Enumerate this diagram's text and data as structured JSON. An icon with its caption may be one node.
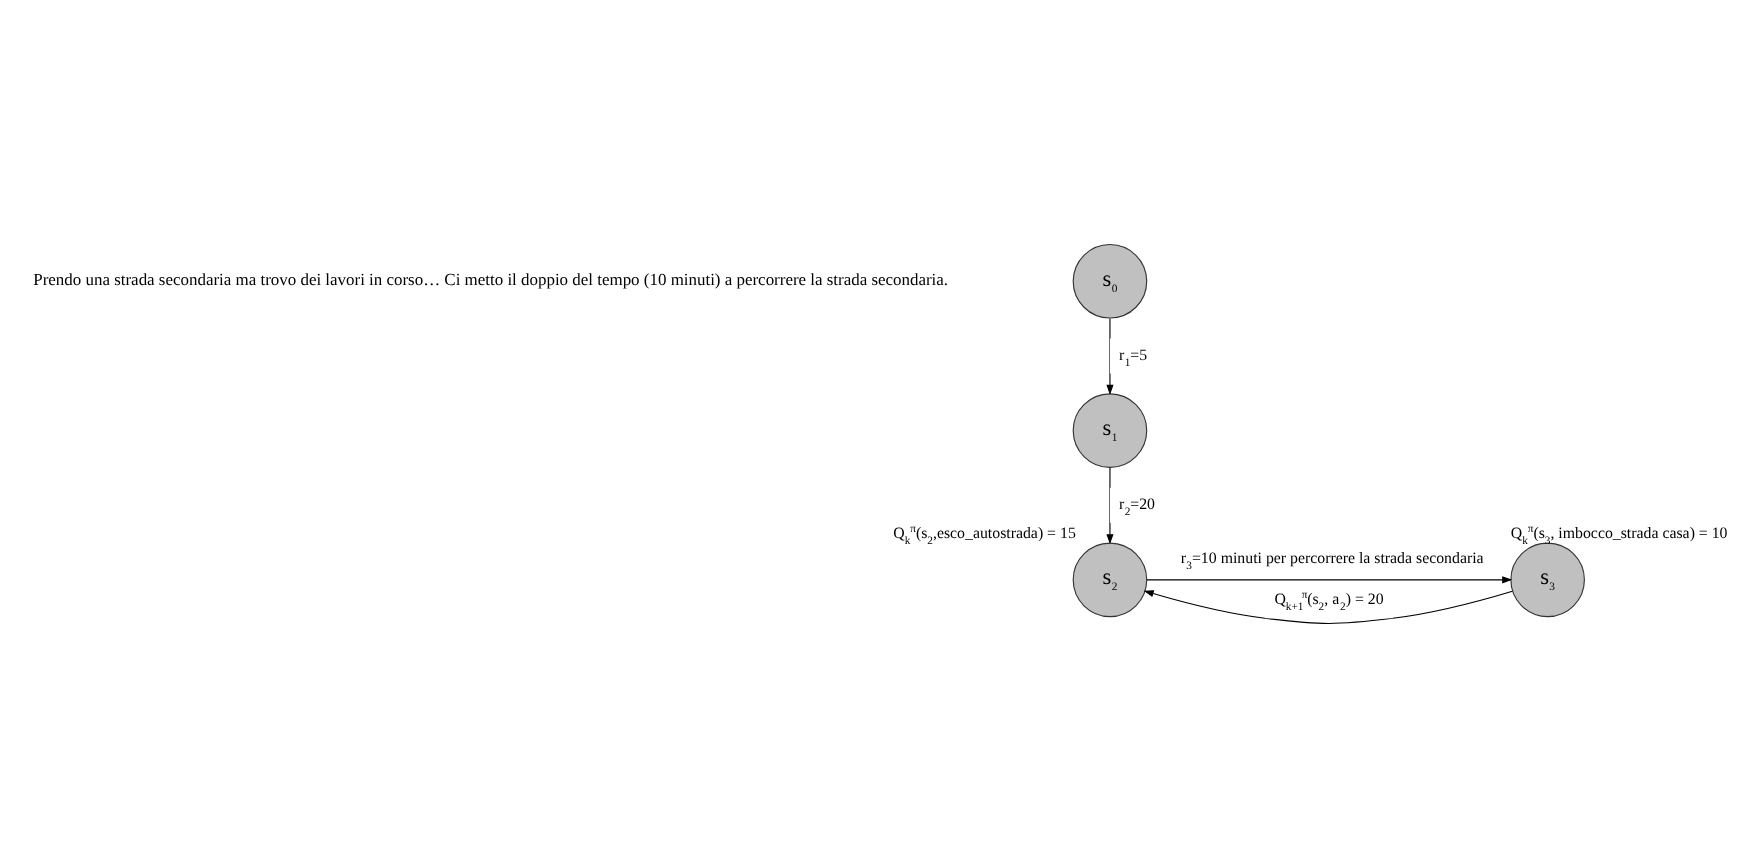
{
  "diagram": {
    "nodes": [
      {
        "text": [
          "s$_{0}$"
        ]
      },
      {
        "text": [
          "s$_{1}$"
        ]
      },
      {
        "text": [
          "s$_{2}$"
        ],
        "beside": [
          "Q$_{k}$$^{π}$(s$_{2}$,esco_autostrada) = 15"
        ]
      },
      {
        "text": [
          "s$_{3}$"
        ],
        "beside": [
          "Q$_{k}$$^{π}$(s$_{3}$, imbocco_strada casa) = 10"
        ]
      }
    ],
    "edges": [
      {
        "from": 0,
        "to": 1,
        "arrow": "to",
        "label": "r$_{1}$=5"
      },
      {
        "from": 1,
        "to": 2,
        "arrow": "to",
        "label": "r$_{2}$=20"
      },
      {
        "from": 2,
        "to": 3,
        "arrow": "to",
        "label": "r$_{3}$=10 minuti per percorrere la strada secondaria"
      },
      {
        "from": 3,
        "to": 2,
        "arrow": "to",
        "label": "Q$_{k+1}$$^{π}$(s$_{2}$, a$_{2}$) = 20"
      }
    ],
    "labels": [
      "Prendo una strada secondaria ma trovo dei lavori in corso… Ci metto il doppio del tempo (10 minuti) a percorrere la strada secondaria."
    ]
  }
}
